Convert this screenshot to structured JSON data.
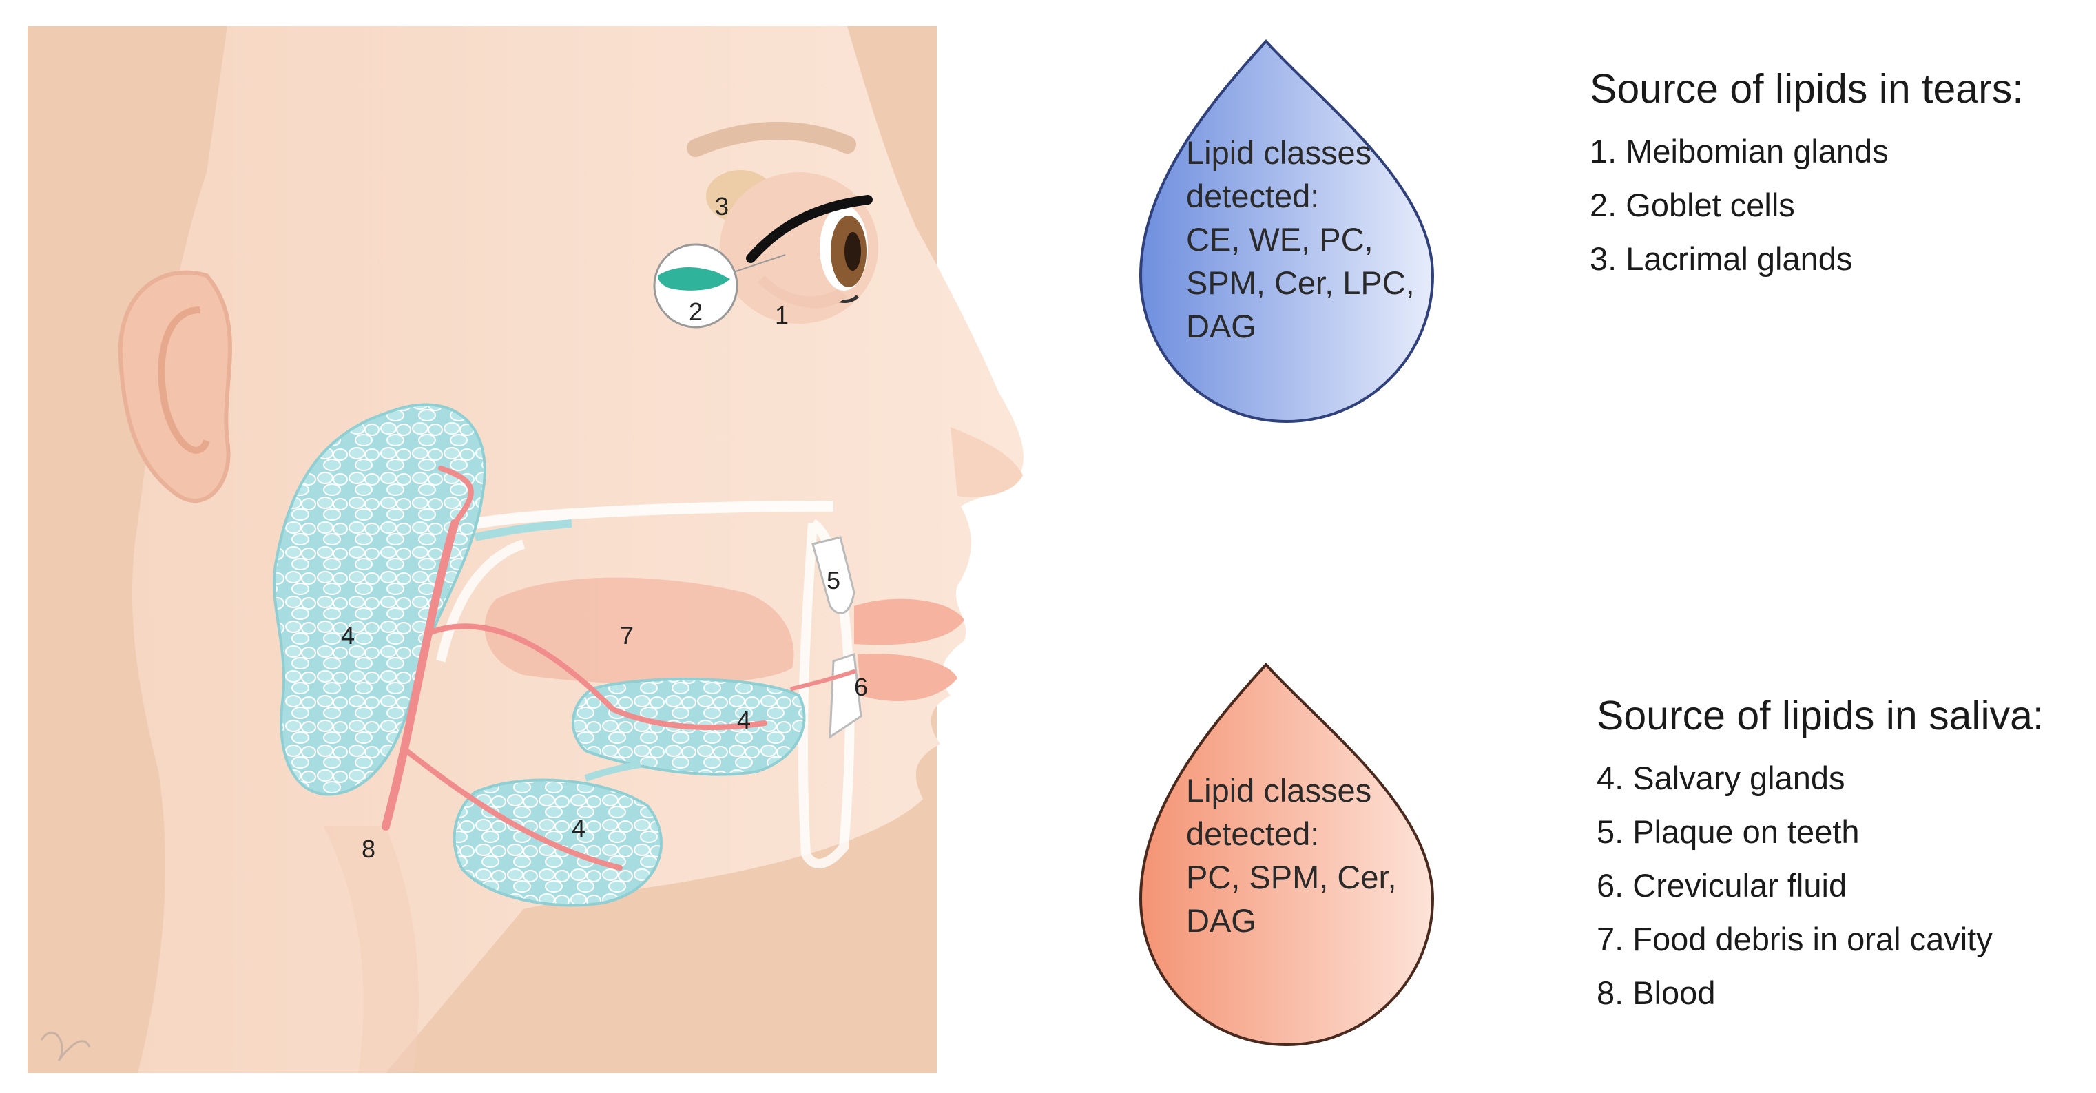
{
  "figure": {
    "labels": {
      "meibomian": "1",
      "goblet": "2",
      "lacrimal": "3",
      "parotid": "4",
      "submandibular": "4",
      "sublingual": "4",
      "teeth_upper": "5",
      "crevicular": "6",
      "oral_cavity": "7",
      "blood": "8"
    }
  },
  "tear_drop": {
    "lines": [
      "Lipid classes",
      "detected:",
      "CE, WE, PC,",
      "SPM, Cer, LPC,",
      "DAG"
    ],
    "color": "#9fb3ea"
  },
  "saliva_drop": {
    "lines": [
      "Lipid classes",
      "detected:",
      "PC, SPM, Cer,",
      "DAG"
    ],
    "color": "#f7b8a0"
  },
  "tears_panel": {
    "title": "Source of lipids in tears:",
    "items": [
      "1. Meibomian glands",
      "2. Goblet cells",
      "3. Lacrimal glands"
    ]
  },
  "saliva_panel": {
    "title": "Source of lipids in saliva:",
    "items": [
      "4. Salvary glands",
      "5. Plaque on teeth",
      "6. Crevicular fluid",
      "7. Food debris in oral cavity",
      "8. Blood"
    ]
  }
}
